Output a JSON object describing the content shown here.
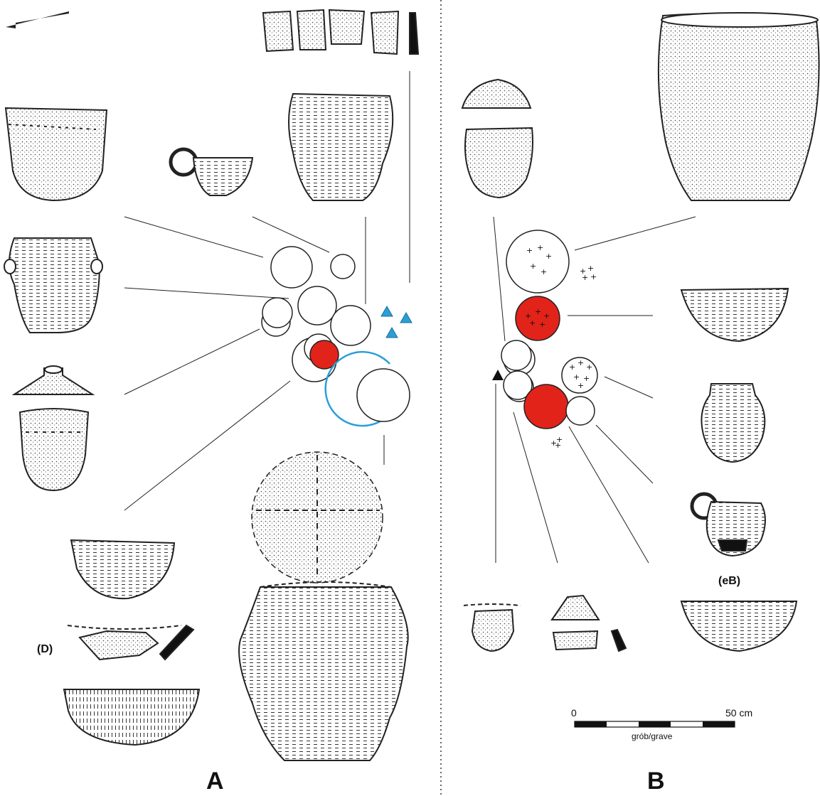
{
  "panels": {
    "a": {
      "letter": "A"
    },
    "b": {
      "letter": "B"
    }
  },
  "annotations": {
    "d_label": "(D)",
    "eb_label": "(eB)"
  },
  "scale_bar": {
    "start_label": "0",
    "end_label": "50 cm",
    "caption": "grób/grave"
  },
  "colors": {
    "red_fill": "#e2231a",
    "blue_marker": "#2a9fd6",
    "line": "#222222"
  },
  "icons": {
    "north_arrow": "north-arrow-icon",
    "triangle_marker": "triangle-icon"
  }
}
